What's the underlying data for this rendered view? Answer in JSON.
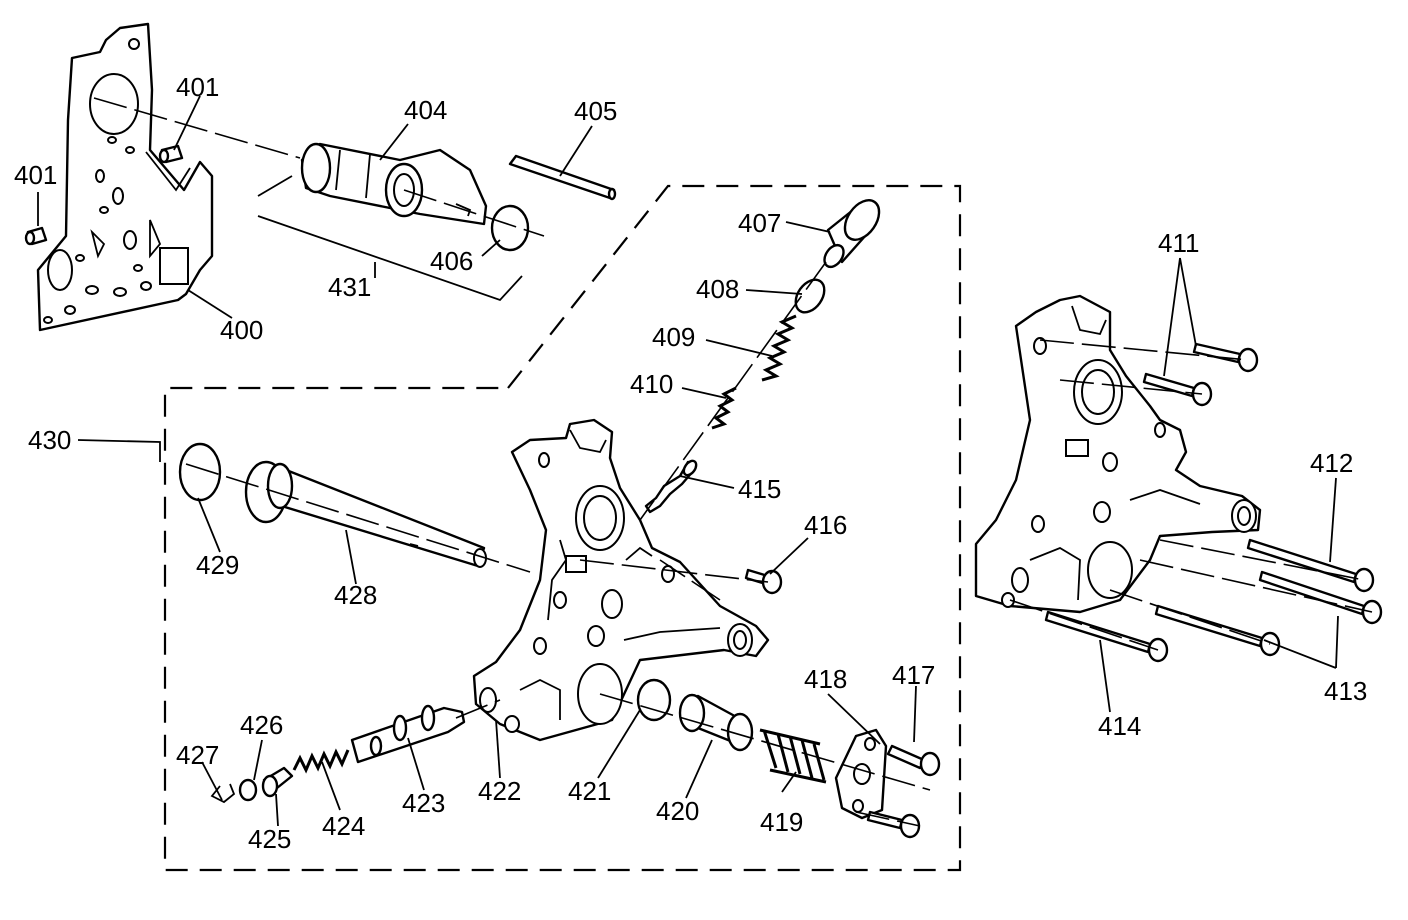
{
  "callouts": {
    "c400": "400",
    "c401a": "401",
    "c401b": "401",
    "c404": "404",
    "c405": "405",
    "c406": "406",
    "c407": "407",
    "c408": "408",
    "c409": "409",
    "c410": "410",
    "c411": "411",
    "c412": "412",
    "c413": "413",
    "c414": "414",
    "c415": "415",
    "c416": "416",
    "c417": "417",
    "c418": "418",
    "c419": "419",
    "c420": "420",
    "c421": "421",
    "c422": "422",
    "c423": "423",
    "c424": "424",
    "c425": "425",
    "c426": "426",
    "c427": "427",
    "c428": "428",
    "c429": "429",
    "c430": "430",
    "c431": "431"
  }
}
